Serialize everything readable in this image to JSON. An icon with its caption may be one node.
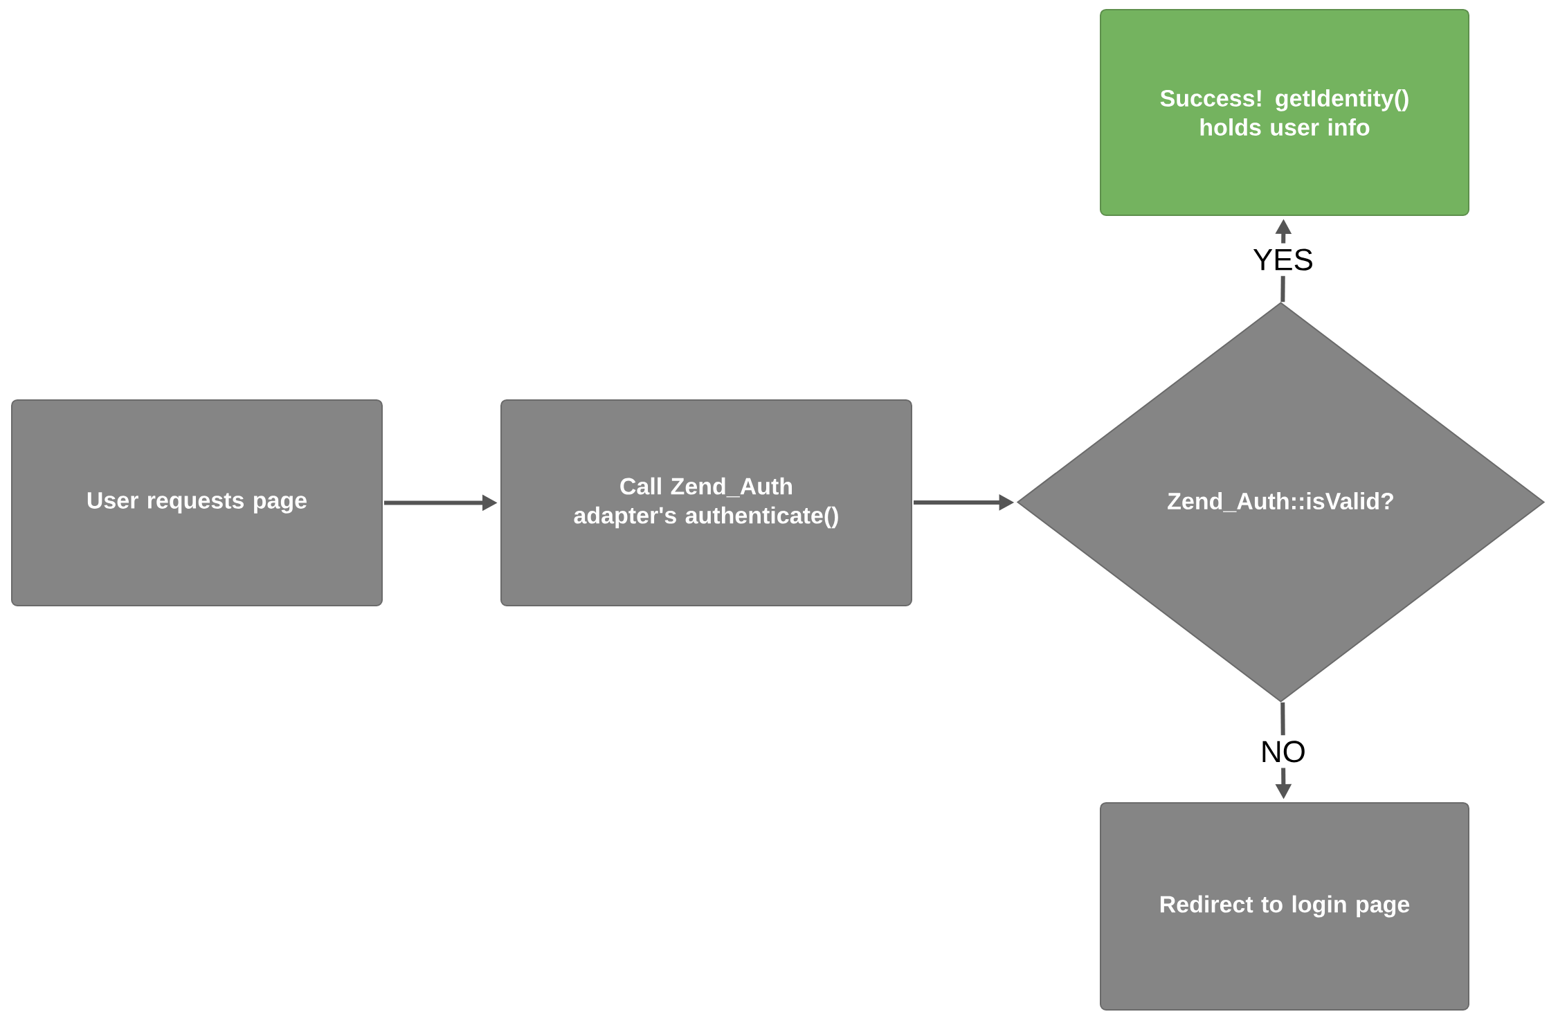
{
  "diagram": {
    "nodes": [
      {
        "text": [
          "User requests page"
        ]
      },
      {
        "text": [
          "Call Zend_Auth adapter's authenticate()"
        ]
      },
      {
        "text": [
          "Zend_Auth::isValid?"
        ]
      },
      {
        "text": [
          "Success! getIdentity() holds user info"
        ]
      },
      {
        "text": [
          "Redirect to login page"
        ]
      }
    ],
    "edges": [
      {
        "from": 0,
        "to": 1,
        "arrow": "to"
      },
      {
        "from": 1,
        "to": 2,
        "arrow": "to"
      },
      {
        "from": 2,
        "to": 3,
        "arrow": "to",
        "label": "YES"
      },
      {
        "from": 2,
        "to": 4,
        "arrow": "to",
        "label": "NO"
      }
    ]
  }
}
